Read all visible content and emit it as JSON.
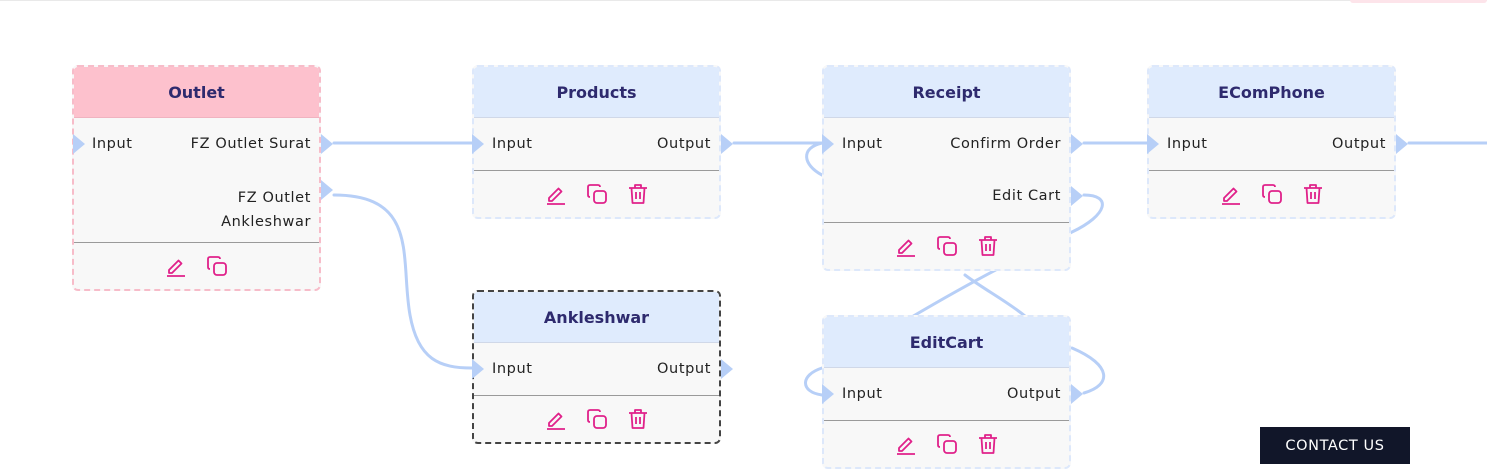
{
  "nodes": {
    "outlet": {
      "title": "Outlet",
      "input": "Input",
      "outputs": [
        "FZ Outlet Surat",
        "FZ Outlet Ankleshwar"
      ],
      "output_lines": [
        [
          "FZ Outlet Surat"
        ],
        [
          "FZ Outlet",
          "Ankleshwar"
        ]
      ]
    },
    "products": {
      "title": "Products",
      "input": "Input",
      "output": "Output"
    },
    "receipt": {
      "title": "Receipt",
      "input": "Input",
      "outputs": [
        "Confirm Order",
        "Edit Cart"
      ]
    },
    "ecomphone": {
      "title": "EComPhone",
      "input": "Input",
      "output": "Output"
    },
    "ankleshwar": {
      "title": "Ankleshwar",
      "input": "Input",
      "output": "Output"
    },
    "editcart": {
      "title": "EditCart",
      "input": "Input",
      "output": "Output"
    }
  },
  "contact_button": {
    "label": "CONTACT US"
  },
  "colors": {
    "edge": "#b7cff7",
    "icon": "#e0218a",
    "header": "#dfebfd",
    "outlet_header": "#fdc1cd",
    "title_text": "#2e2a6e",
    "contact_bg": "#111629"
  },
  "icons": [
    "edit-icon",
    "copy-icon",
    "delete-icon"
  ]
}
